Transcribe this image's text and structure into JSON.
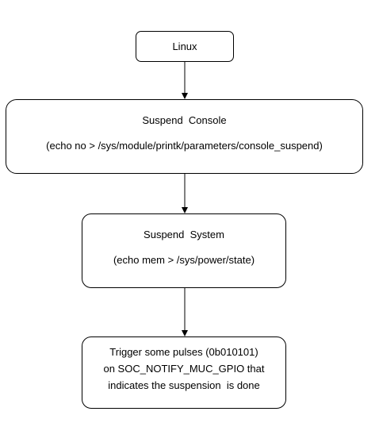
{
  "nodes": {
    "linux": {
      "label": "Linux"
    },
    "suspend_console": {
      "title": "Suspend  Console",
      "command": "(echo no > /sys/module/printk/parameters/console_suspend)"
    },
    "suspend_system": {
      "title": "Suspend  System",
      "command": "(echo mem > /sys/power/state)"
    },
    "trigger": {
      "line1": "Trigger some pulses (0b010101)",
      "line2": "on SOC_NOTIFY_MUC_GPIO that",
      "line3": "indicates the suspension  is done"
    }
  },
  "edges": [
    {
      "from": "linux",
      "to": "suspend_console"
    },
    {
      "from": "suspend_console",
      "to": "suspend_system"
    },
    {
      "from": "suspend_system",
      "to": "trigger"
    }
  ]
}
